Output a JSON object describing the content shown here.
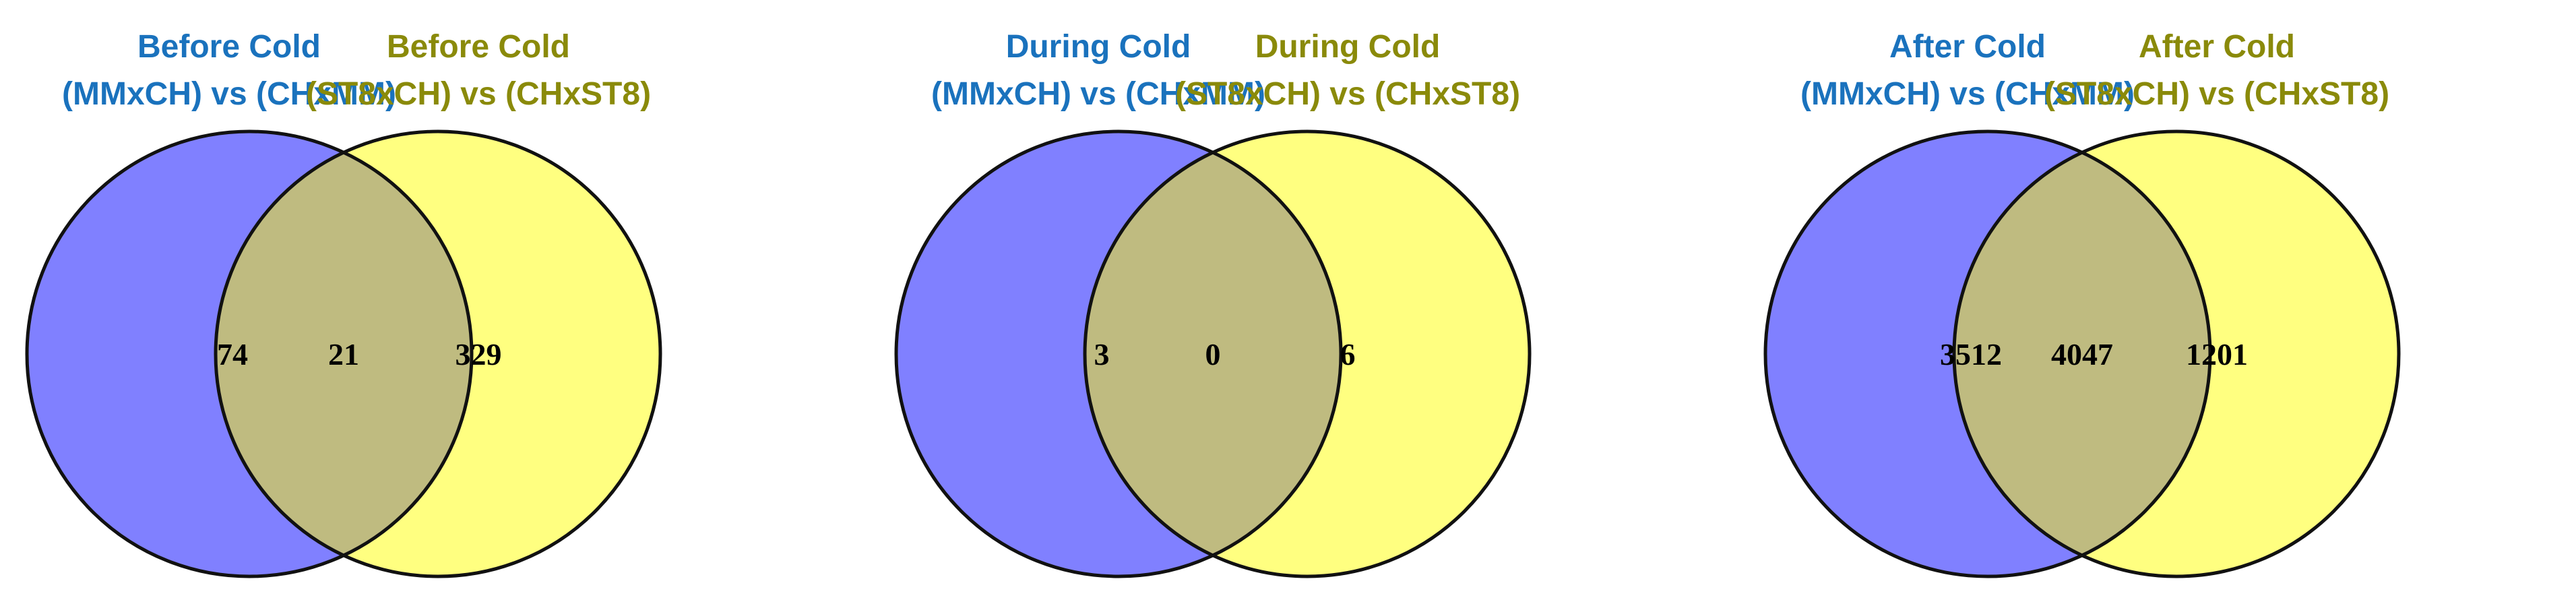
{
  "colors": {
    "left_set": "#8080ff",
    "right_set": "#ffff80",
    "overlap": "#bfbb80",
    "left_title": "#1a72bd",
    "right_title": "#8a8a0a",
    "outline": "#111111",
    "count_text": "#000000"
  },
  "diagrams": [
    {
      "left_title": [
        "Before Cold",
        "(MMxCH) vs (CHxMM)"
      ],
      "right_title": [
        "Before Cold",
        "(ST8xCH) vs (CHxST8)"
      ],
      "left_only": "74",
      "overlap": "21",
      "right_only": "329"
    },
    {
      "left_title": [
        "During Cold",
        "(MMxCH) vs (CHxMM)"
      ],
      "right_title": [
        "During Cold",
        "(ST8xCH) vs (CHxST8)"
      ],
      "left_only": "3",
      "overlap": "0",
      "right_only": "6"
    },
    {
      "left_title": [
        "After Cold",
        "(MMxCH) vs (CHxMM)"
      ],
      "right_title": [
        "After Cold",
        "(ST8xCH) vs (CHxST8)"
      ],
      "left_only": "3512",
      "overlap": "4047",
      "right_only": "1201"
    }
  ]
}
